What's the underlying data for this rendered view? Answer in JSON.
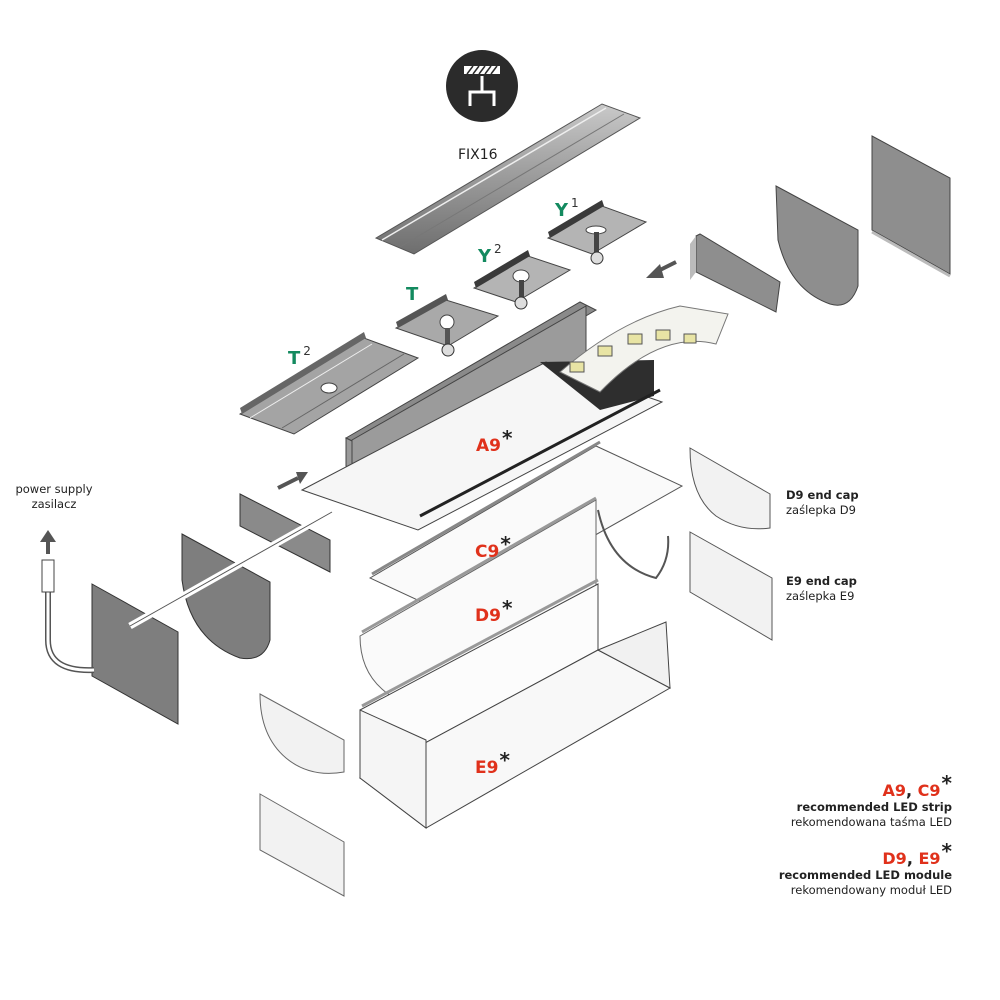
{
  "title_icon": "ceiling-mount-icon",
  "mount": {
    "label": "FIX16"
  },
  "brackets": [
    {
      "letter": "Y",
      "sup": "1"
    },
    {
      "letter": "Y",
      "sup": "2"
    },
    {
      "letter": "T",
      "sup": ""
    },
    {
      "letter": "T",
      "sup": "2"
    }
  ],
  "profiles": [
    {
      "code": "A9",
      "mark": "*"
    },
    {
      "code": "C9",
      "mark": "*"
    },
    {
      "code": "D9",
      "mark": "*"
    },
    {
      "code": "E9",
      "mark": "*"
    }
  ],
  "power": {
    "line1": "power supply",
    "line2": "zasilacz"
  },
  "caps": {
    "d9": {
      "line1": "D9 end cap",
      "line2": "zaślepka D9"
    },
    "e9": {
      "line1": "E9 end cap",
      "line2": "zaślepka E9"
    }
  },
  "legend": {
    "strip": {
      "codes_a": "A9",
      "sep": ", ",
      "codes_b": "C9",
      "mark": "*",
      "line1": "recommended LED strip",
      "line2": "rekomendowana taśma LED"
    },
    "module": {
      "codes_a": "D9",
      "sep": ", ",
      "codes_b": "E9",
      "mark": "*",
      "line1": "recommended LED module",
      "line2": "rekomendowany moduł LED"
    }
  },
  "colors": {
    "accent_red": "#e0311b",
    "accent_green": "#138a5f",
    "metal": "#8e8e8e",
    "dark": "#2b2b2b"
  }
}
